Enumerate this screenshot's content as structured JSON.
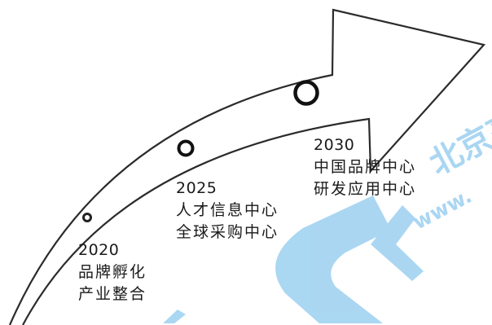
{
  "timeline": {
    "milestones": [
      {
        "year": "2020",
        "lines": [
          "品牌孵化",
          "产业整合"
        ],
        "marker": "small-ring"
      },
      {
        "year": "2025",
        "lines": [
          "人才信息中心",
          "全球采购中心"
        ],
        "marker": "medium-ring"
      },
      {
        "year": "2030",
        "lines": [
          "中国品牌中心",
          "研发应用中心"
        ],
        "marker": "large-ring"
      }
    ]
  },
  "watermark": {
    "logo_icon": "gk-logo-icon",
    "title": "北京高",
    "url": "www.",
    "color": "#8ec9ee"
  },
  "colors": {
    "arrow_outline": "#2b2b2b",
    "text": "#1a1a1a",
    "background": "#ffffff"
  }
}
